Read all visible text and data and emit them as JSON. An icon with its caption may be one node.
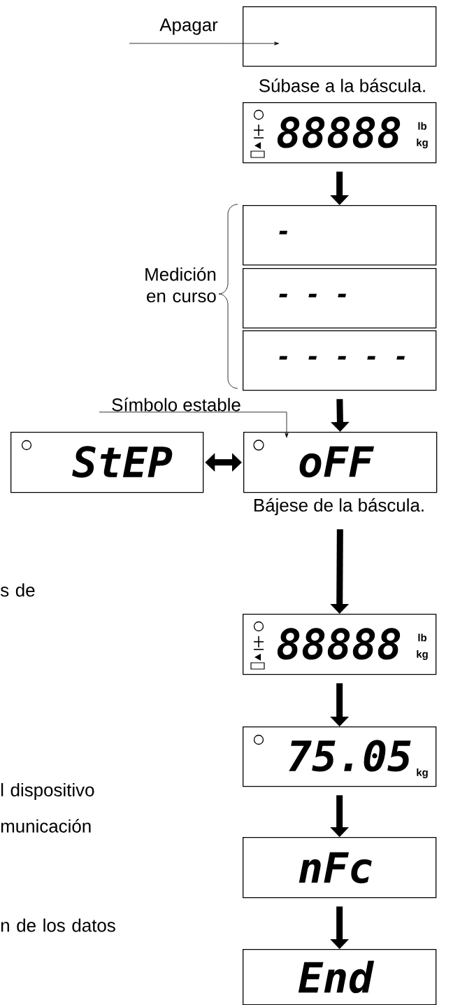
{
  "diagram": {
    "nodes": [
      {
        "text": [],
        "shape": "box"
      },
      {
        "text": [
          "88888",
          "lb",
          "kg"
        ],
        "beside": [
          "Súbase a la báscula."
        ]
      },
      {
        "text": [
          "-"
        ]
      },
      {
        "text": [
          "- - -"
        ]
      },
      {
        "text": [
          "- - - - -"
        ]
      },
      {
        "text": [
          "StEP"
        ]
      },
      {
        "text": [
          "oFF"
        ],
        "beside": [
          "Bájese de la báscula."
        ]
      },
      {
        "text": [
          "88888",
          "lb",
          "kg"
        ]
      },
      {
        "text": [
          "75.05",
          "kg"
        ]
      },
      {
        "text": [
          "nFc"
        ]
      },
      {
        "text": [
          "End"
        ]
      },
      {
        "text": [
          "Símbolo estable"
        ]
      },
      {
        "text": [],
        "shape": "circle",
        "in": 6
      }
    ],
    "edges": [
      {
        "from": null,
        "to": 0,
        "arrow": "to",
        "label": "Apagar"
      },
      {
        "from": 1,
        "to": 2,
        "arrow": "to"
      },
      {
        "from": 4,
        "to": 6,
        "arrow": "to"
      },
      {
        "from": 5,
        "to": 6,
        "arrow": "both"
      },
      {
        "from": 6,
        "to": 7,
        "arrow": "to"
      },
      {
        "from": 7,
        "to": 8,
        "arrow": "to"
      },
      {
        "from": 8,
        "to": 9,
        "arrow": "to"
      },
      {
        "from": 9,
        "to": 10,
        "arrow": "to"
      },
      {
        "from": 11,
        "to": 12,
        "arrow": "to"
      }
    ],
    "labels": [
      "Medición en curso",
      "s de",
      "l dispositivo",
      "municación",
      "n de los datos"
    ]
  }
}
